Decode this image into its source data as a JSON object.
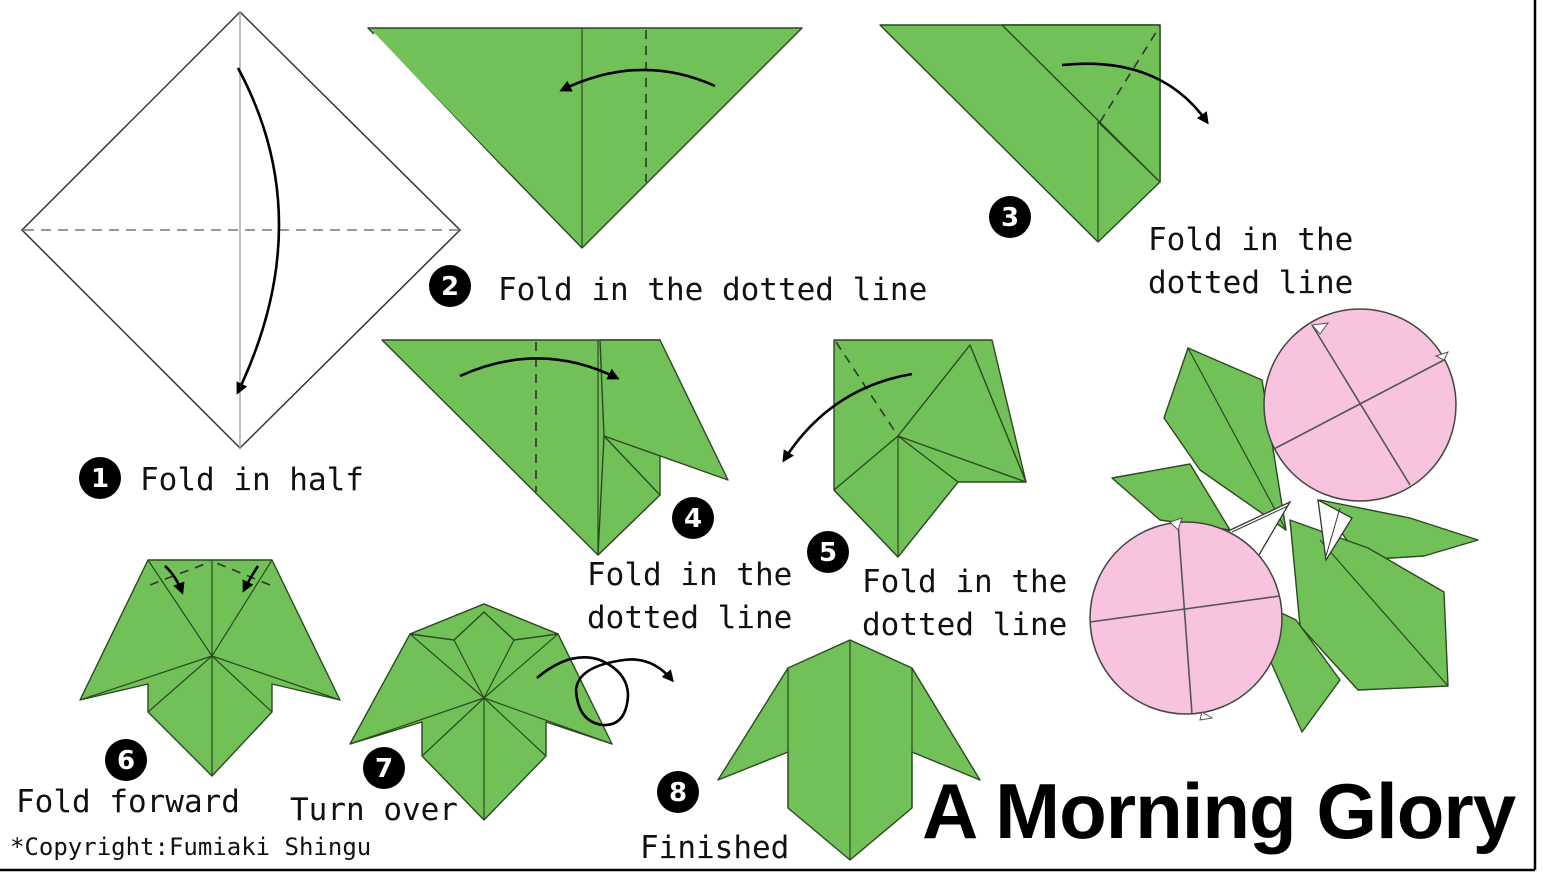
{
  "title": "A Morning Glory",
  "copyright": "*Copyright:Fumiaki Shingu",
  "steps": [
    {
      "number": "1",
      "caption": "Fold in half"
    },
    {
      "number": "2",
      "caption": "Fold in the dotted line"
    },
    {
      "number": "3",
      "caption_line1": "Fold in the",
      "caption_line2": "dotted line"
    },
    {
      "number": "4",
      "caption_line1": "Fold in the",
      "caption_line2": "dotted line"
    },
    {
      "number": "5",
      "caption_line1": "Fold in the",
      "caption_line2": "dotted line"
    },
    {
      "number": "6",
      "caption": "Fold forward"
    },
    {
      "number": "7",
      "caption": "Turn over"
    },
    {
      "number": "8",
      "caption": "Finished"
    }
  ],
  "colors": {
    "leaf": "#72c158",
    "flower": "#f7c3df",
    "outline": "#2a4a20"
  }
}
